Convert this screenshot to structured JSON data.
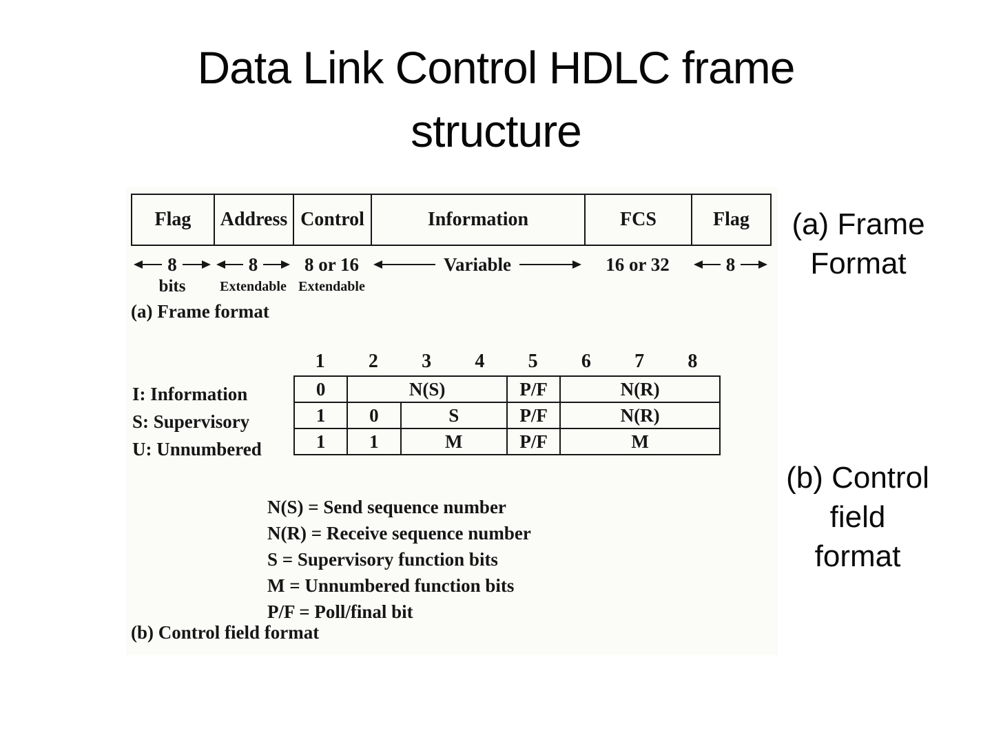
{
  "title": {
    "line1": "Data Link Control HDLC frame",
    "line2": "structure"
  },
  "frame_format": {
    "cells": [
      "Flag",
      "Address",
      "Control",
      "Information",
      "FCS",
      "Flag"
    ],
    "width_labels": [
      {
        "value": "8",
        "sub": "bits"
      },
      {
        "value": "8",
        "sub": "Extendable"
      },
      {
        "value": "8 or 16",
        "sub": "Extendable"
      },
      {
        "value": "Variable",
        "sub": ""
      },
      {
        "value": "16 or 32",
        "sub": ""
      },
      {
        "value": "8",
        "sub": ""
      }
    ],
    "caption": "(a) Frame format"
  },
  "control_field": {
    "bit_numbers": [
      "1",
      "2",
      "3",
      "4",
      "5",
      "6",
      "7",
      "8"
    ],
    "row_labels": [
      "I: Information",
      "S: Supervisory",
      "U: Unnumbered"
    ],
    "rows": [
      [
        "0",
        "N(S)",
        "P/F",
        "N(R)"
      ],
      [
        "1",
        "0",
        "S",
        "P/F",
        "N(R)"
      ],
      [
        "1",
        "1",
        "M",
        "P/F",
        "M"
      ]
    ],
    "legend": [
      "N(S) = Send sequence number",
      "N(R) = Receive sequence number",
      "S = Supervisory function bits",
      "M = Unnumbered function bits",
      "P/F = Poll/final bit"
    ],
    "caption": "(b) Control field format"
  },
  "side_labels": {
    "frame": [
      "(a) Frame",
      "Format"
    ],
    "control": [
      "(b) Control",
      "field",
      "format"
    ]
  },
  "colors": {
    "text": "#161616",
    "border": "#161616",
    "background": "#ffffff"
  }
}
